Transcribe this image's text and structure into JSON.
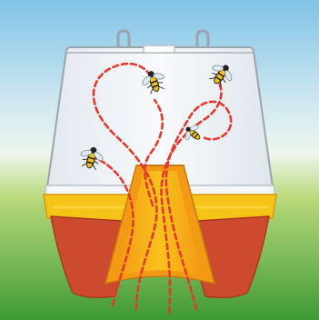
{
  "illustration": {
    "subject": "wasp-trap-cutaway",
    "caption": "",
    "colors": {
      "sky_top": "#7fc3e6",
      "sky_mid": "#dff0f4",
      "grass_top": "#b9d97a",
      "grass_bottom": "#3f9a35",
      "canister": "#eef2f6",
      "canister_outline": "#9aa4ae",
      "base_yellow": "#f6c417",
      "base_orange": "#f59b15",
      "base_red": "#cc4a2d",
      "flight_path": "#e23a2e"
    },
    "insect_count": 4,
    "icons": [
      "wasp-icon",
      "flight-path",
      "trap-canister",
      "trap-base",
      "entry-funnel"
    ]
  }
}
